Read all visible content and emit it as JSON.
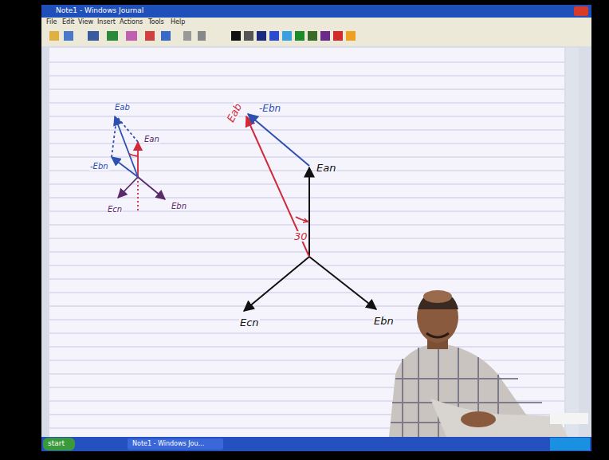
{
  "diagram": {
    "labels": [
      "Note1 - Windows Journal",
      "File",
      "Edit",
      "View",
      "Insert",
      "Actions",
      "Tools",
      "Help",
      "Eab",
      "Ean",
      "-Ebn",
      "Ecn",
      "Ebn",
      "Eab",
      "-Ebn",
      "Ean",
      "30",
      "Ecn",
      "Ebn",
      "start",
      "Note1 - Windows Jou..."
    ]
  }
}
